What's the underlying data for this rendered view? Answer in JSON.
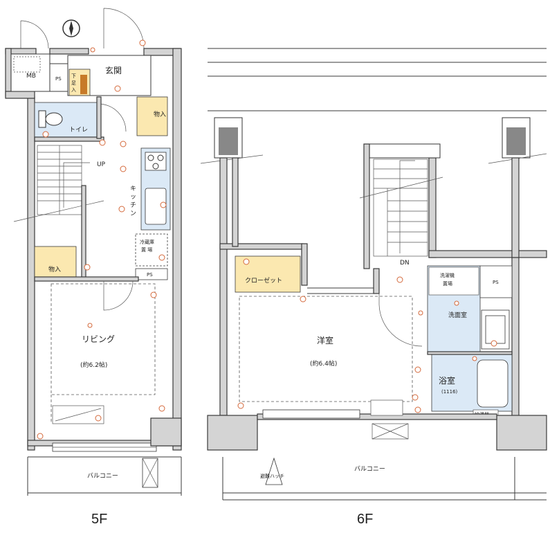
{
  "floors": {
    "f5": {
      "label": "5F",
      "rooms": {
        "mb": "MB",
        "ps1": "PS",
        "entrance": "玄関",
        "shoebox": "下足入",
        "storage_top": "物入",
        "toilet": "トイレ",
        "up": "UP",
        "kitchen": "キッチン",
        "storage_mid": "物入",
        "washer": "冷蔵庫\n置 場",
        "ps2": "PS",
        "living": "リビング",
        "living_size": "(約6.2帖)",
        "balcony": "バルコニー"
      }
    },
    "f6": {
      "label": "6F",
      "rooms": {
        "closet": "クローゼット",
        "down": "DN",
        "western": "洋室",
        "western_size": "(約6.4帖)",
        "laundry": "洗濯機置場",
        "ps": "PS",
        "washroom": "洗面室",
        "bath": "浴室",
        "bath_size": "(1116)",
        "heater": "給湯器",
        "hatch": "避難ハッチ",
        "balcony": "バルコニー"
      }
    }
  },
  "colors": {
    "wall": "#d4d4d4",
    "wet_area": "#dbe9f6",
    "storage": "#fbe8b0",
    "outlet": "#d4683a"
  }
}
